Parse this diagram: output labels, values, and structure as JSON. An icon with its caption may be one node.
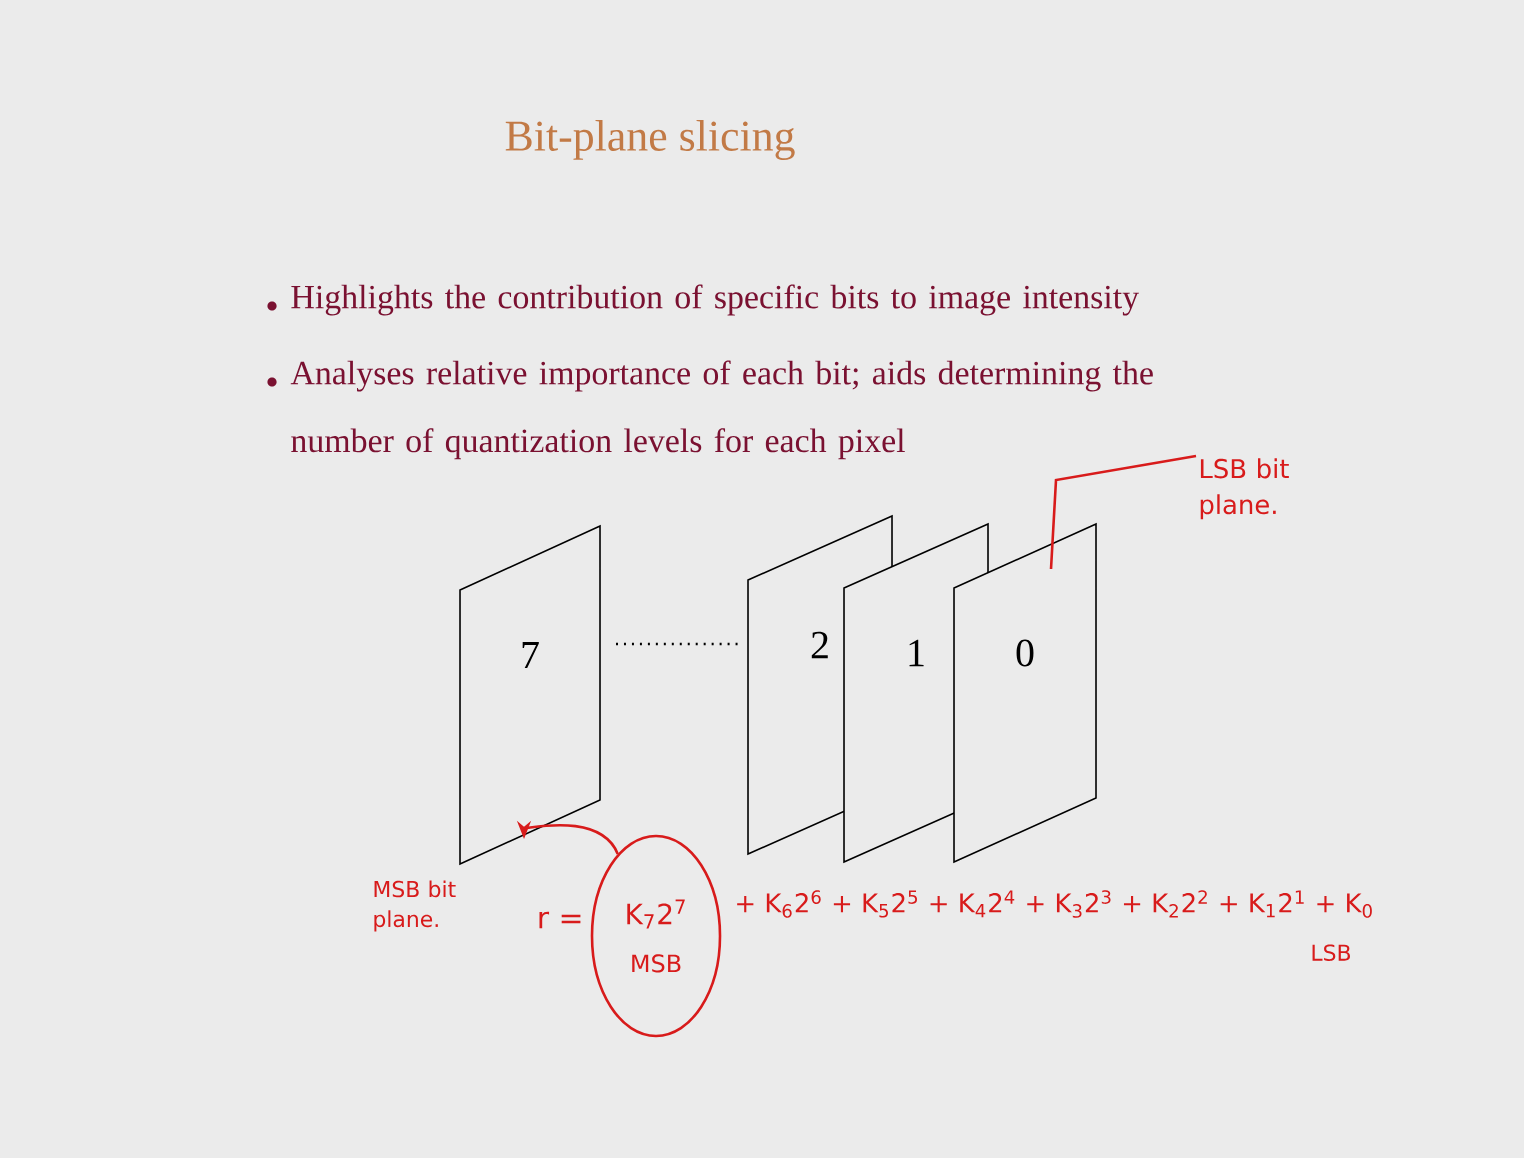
{
  "diagram": {
    "title": "Bit-plane slicing",
    "nodes": [
      {
        "text": [
          "7"
        ]
      },
      {
        "text": [
          "2"
        ]
      },
      {
        "text": [
          "1"
        ]
      },
      {
        "text": [
          "0"
        ]
      },
      {
        "text": [
          "LSB bit plane."
        ]
      },
      {
        "text": [
          "K$_{7}$2$^{7}$",
          "MSB"
        ]
      }
    ],
    "edges": [
      {
        "from": 4,
        "to": 3,
        "arrow": "none"
      },
      {
        "from": 5,
        "to": 0,
        "arrow": "to"
      }
    ],
    "labels": [
      "Highlights the contribution of specific bits to image intensity",
      "Analyses relative importance of each bit; aids determining the number of quantization levels for each pixel",
      "MSB bit plane.",
      "r =",
      "+ K$_{6}$2$^{6}$ + K$_{5}$2$^{5}$ + K$_{4}$2$^{4}$ + K$_{3}$2$^{3}$ + K$_{2}$2$^{2}$ + K$_{1}$2$^{1}$ + K$_{0}$",
      "LSB"
    ]
  }
}
